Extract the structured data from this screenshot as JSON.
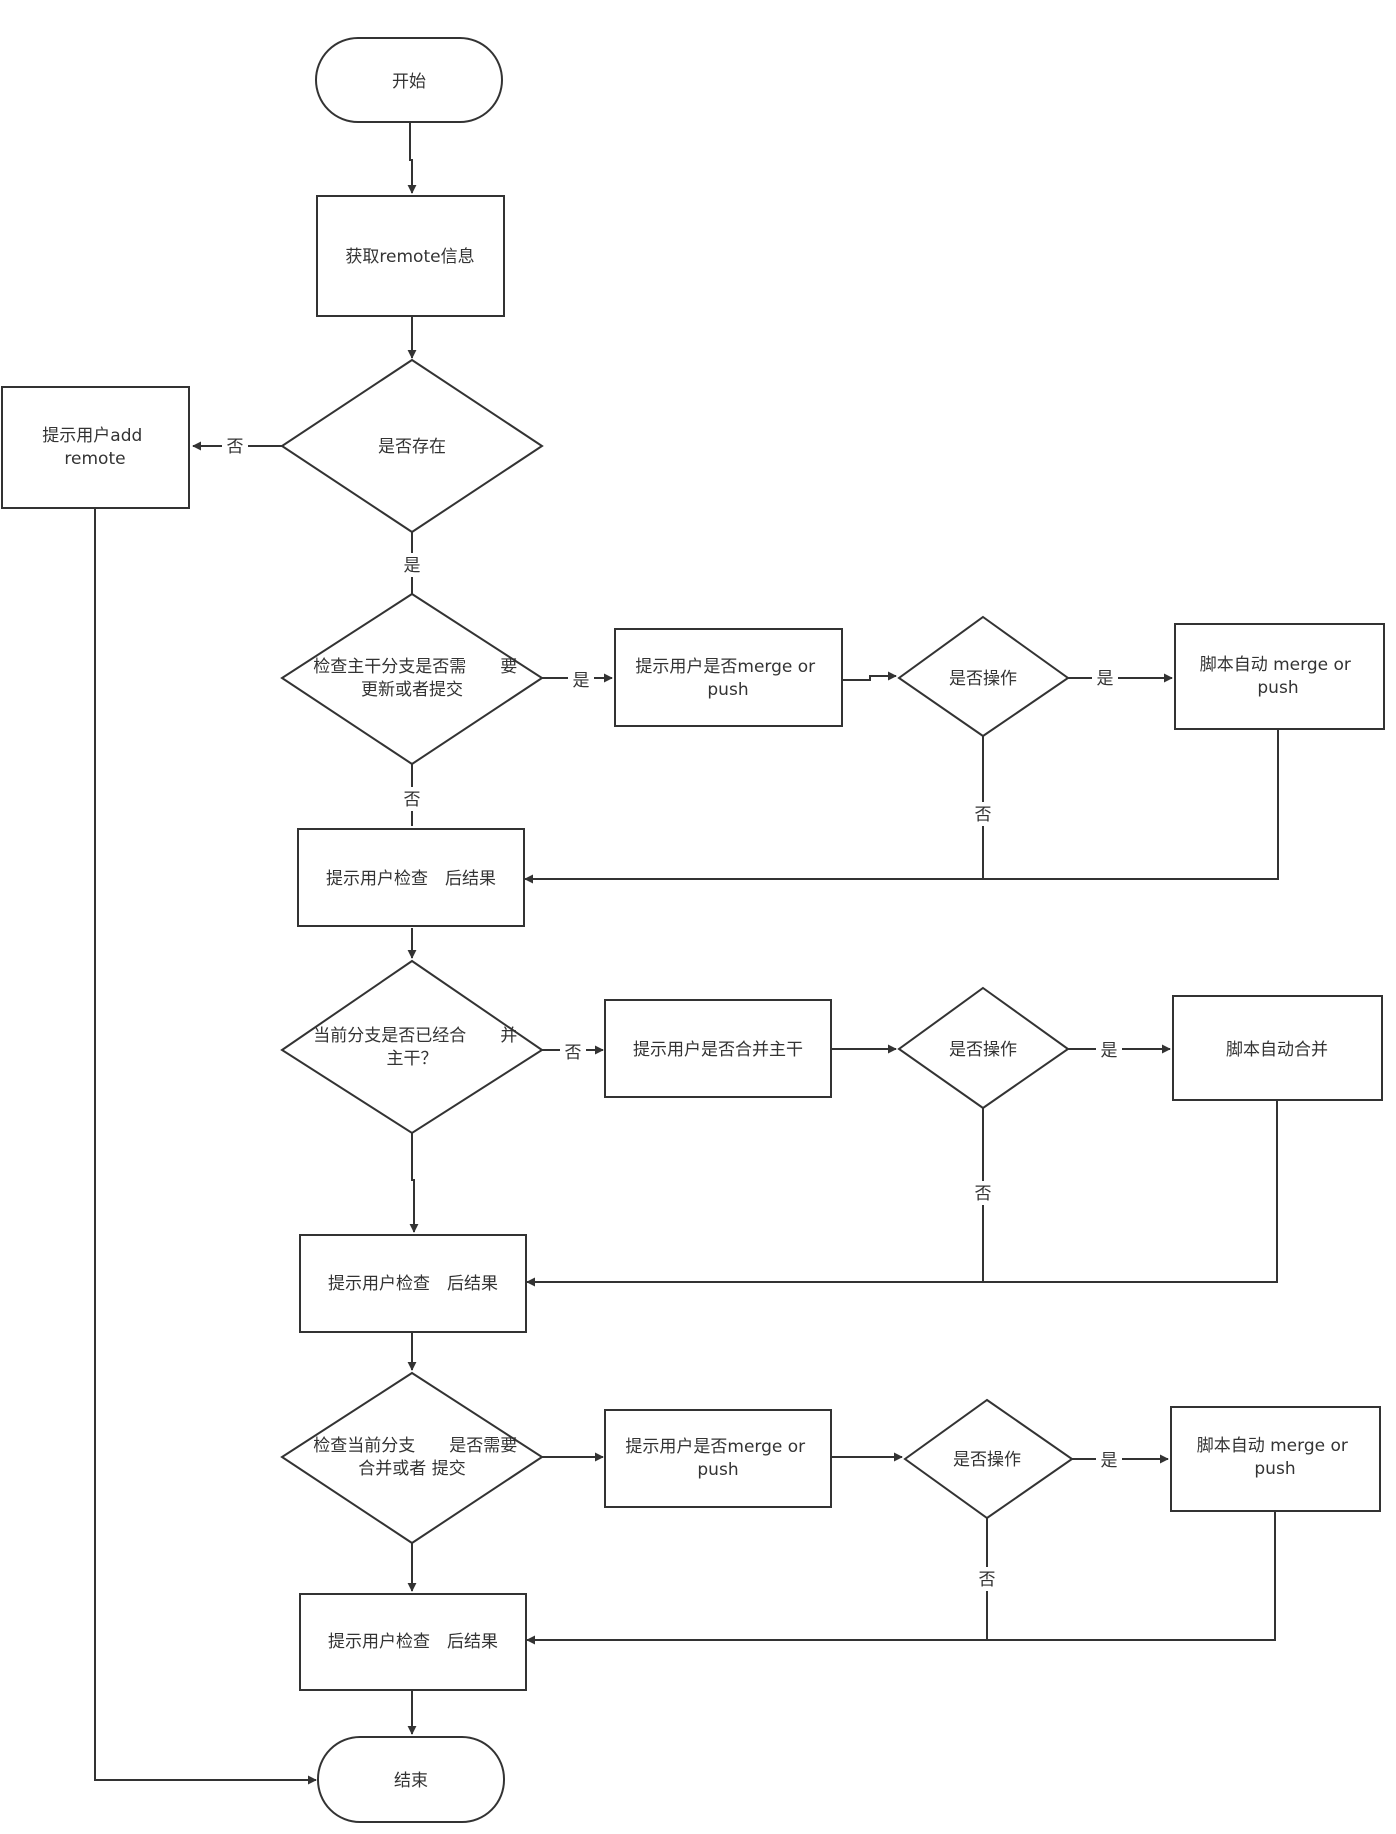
{
  "nodes": {
    "start": {
      "lines": [
        "开始"
      ]
    },
    "get_remote": {
      "lines": [
        "获取remote信息"
      ]
    },
    "exists": {
      "lines": [
        "是否存在"
      ]
    },
    "add_remote": {
      "lines": [
        "提示用户add",
        "remote"
      ]
    },
    "check_trunk": {
      "lines": [
        "检查主干分支是否需　　要",
        "更新或者提交"
      ]
    },
    "prompt_merge_1": {
      "lines": [
        "提示用户是否merge or",
        "push"
      ]
    },
    "operate_1": {
      "lines": [
        "是否操作"
      ]
    },
    "auto_merge_1": {
      "lines": [
        "脚本自动 merge or",
        "push"
      ]
    },
    "result_1": {
      "lines": [
        "提示用户检查　后结果"
      ]
    },
    "merged_q": {
      "lines": [
        "当前分支是否已经合　　并",
        "主干？"
      ]
    },
    "prompt_merge_trunk": {
      "lines": [
        "提示用户是否合并主干"
      ]
    },
    "operate_2": {
      "lines": [
        "是否操作"
      ]
    },
    "auto_merge_2": {
      "lines": [
        "脚本自动合并"
      ]
    },
    "result_2": {
      "lines": [
        "提示用户检查　后结果"
      ]
    },
    "check_branch": {
      "lines": [
        "检查当前分支　　是否需要",
        "合并或者 提交"
      ]
    },
    "prompt_merge_3": {
      "lines": [
        "提示用户是否merge or",
        "push"
      ]
    },
    "operate_3": {
      "lines": [
        "是否操作"
      ]
    },
    "auto_merge_3": {
      "lines": [
        "脚本自动 merge or",
        "push"
      ]
    },
    "result_3": {
      "lines": [
        "提示用户检查　后结果"
      ]
    },
    "end": {
      "lines": [
        "结束"
      ]
    }
  },
  "edge_labels": {
    "no": "否",
    "yes": "是"
  }
}
